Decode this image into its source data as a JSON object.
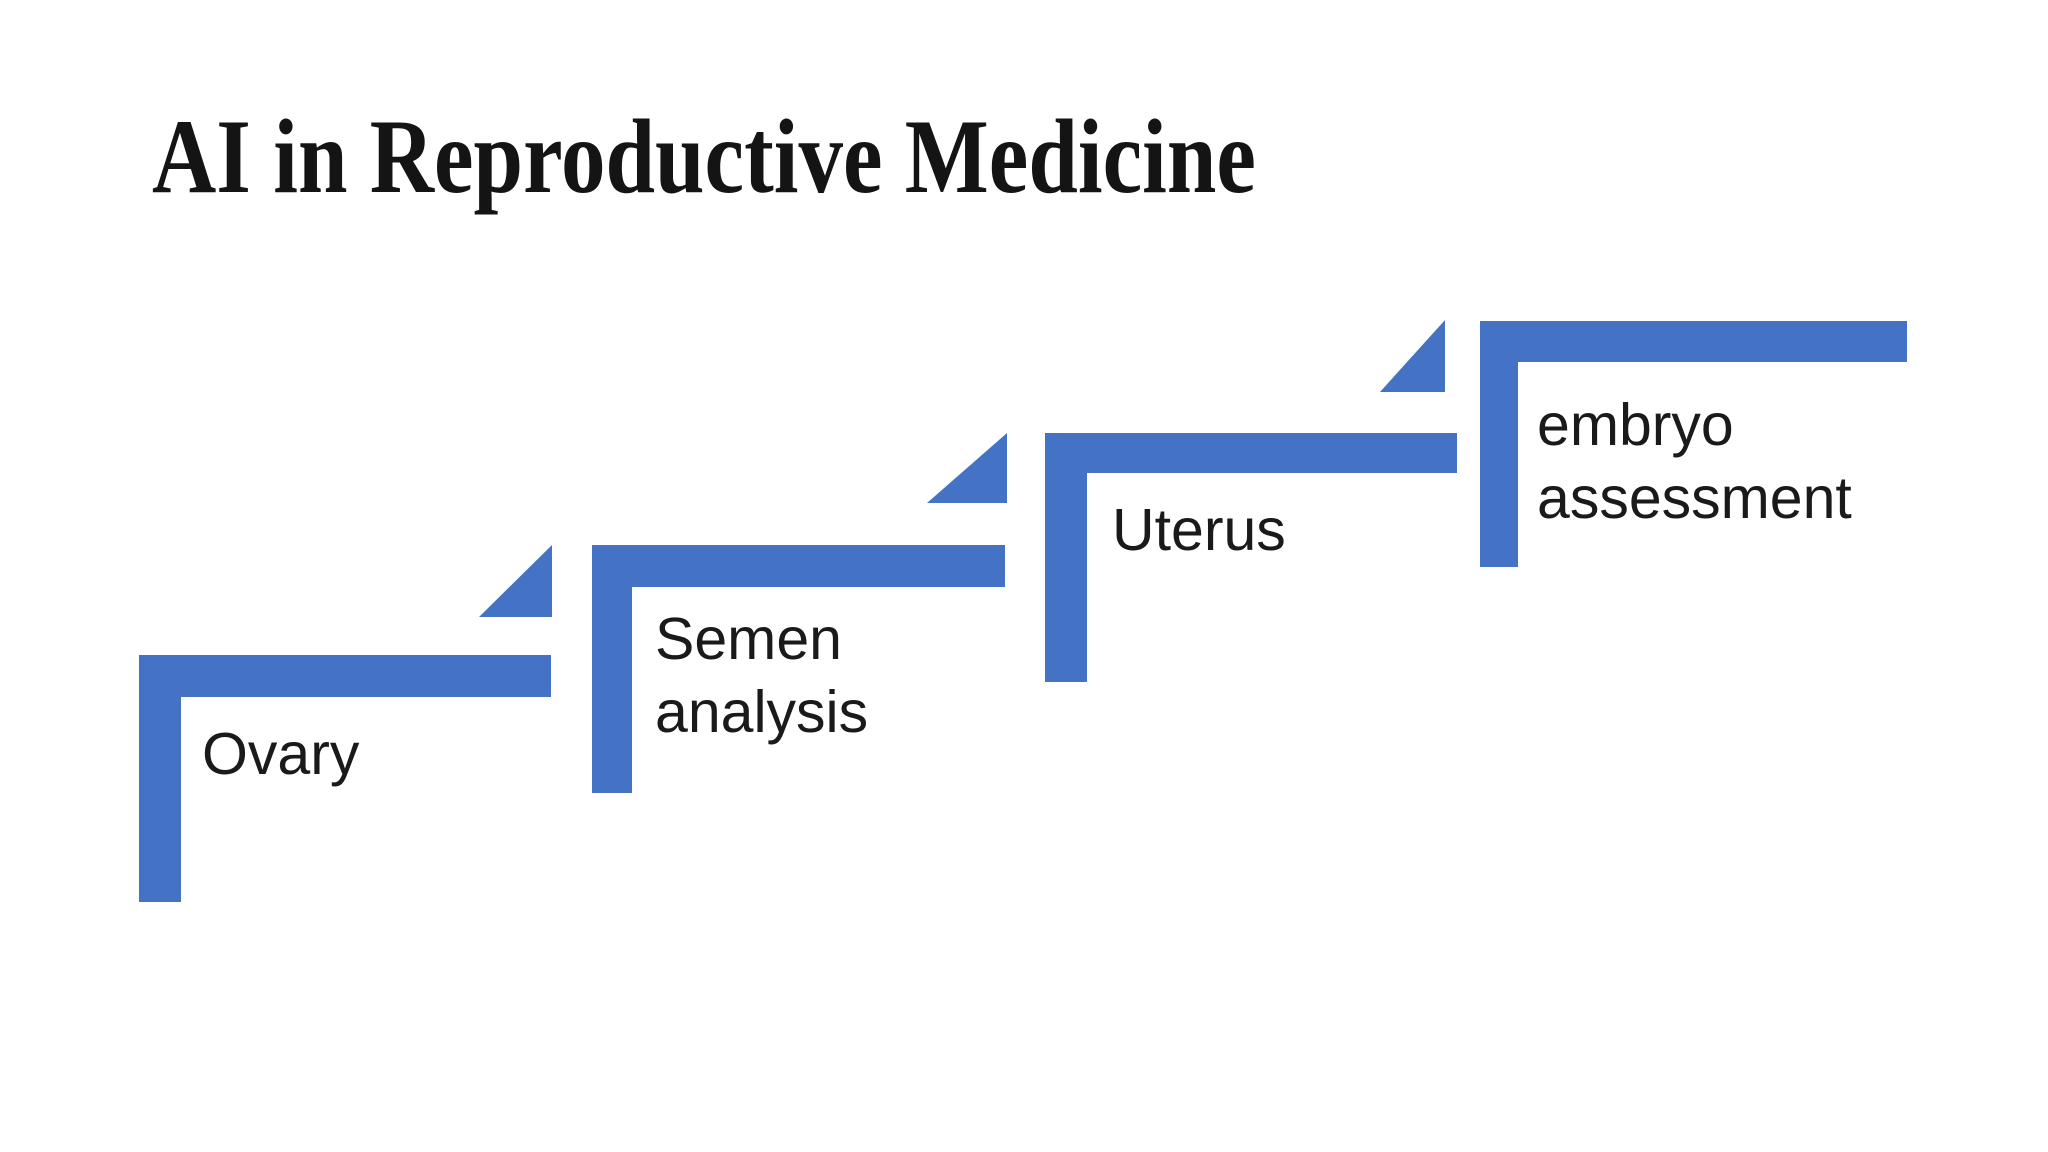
{
  "slide": {
    "title": "AI in Reproductive Medicine",
    "accent_color": "#4472C4",
    "text_color": "#1a1a1a",
    "background_color": "#ffffff",
    "diagram": {
      "type": "staircase-process",
      "steps": [
        {
          "label": "Ovary",
          "lines": [
            "Ovary"
          ]
        },
        {
          "label": "Semen analysis",
          "lines": [
            "Semen",
            "analysis"
          ]
        },
        {
          "label": "Uterus",
          "lines": [
            "Uterus"
          ]
        },
        {
          "label": "embryo assessment",
          "lines": [
            "embryo",
            "assessment"
          ]
        }
      ],
      "arrow_count": 3,
      "arrow_direction": "up-right"
    }
  }
}
